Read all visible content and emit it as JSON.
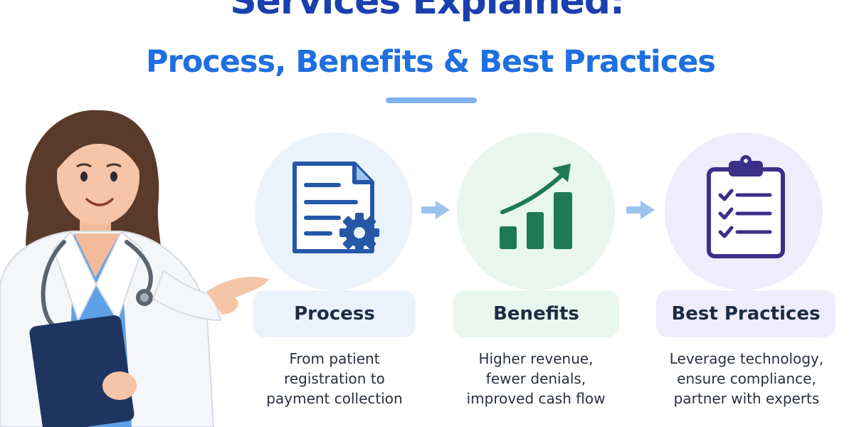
{
  "header": {
    "title_line1": "Services Explained:",
    "title_line2": "Process, Benefits & Best Practices"
  },
  "colors": {
    "title_dark_blue": "#1a3fae",
    "title_blue": "#1f6fe0",
    "process_bg": "#eaf3fc",
    "benefits_bg": "#e8f6ee",
    "practices_bg": "#efecfb",
    "process_icon": "#2457a6",
    "benefits_icon": "#1e7a55",
    "practices_icon": "#3b2f8a"
  },
  "steps": [
    {
      "icon": "document-gear-icon",
      "label": "Process",
      "desc": [
        "From patient",
        "registration to",
        "payment collection"
      ]
    },
    {
      "icon": "growth-chart-icon",
      "label": "Benefits",
      "desc": [
        "Higher revenue,",
        "fewer denials,",
        "improved cash flow"
      ]
    },
    {
      "icon": "checklist-clipboard-icon",
      "label": "Best Practices",
      "desc": [
        "Leverage technology,",
        "ensure compliance,",
        "partner with experts"
      ]
    }
  ],
  "illustration": "doctor-with-tablet"
}
